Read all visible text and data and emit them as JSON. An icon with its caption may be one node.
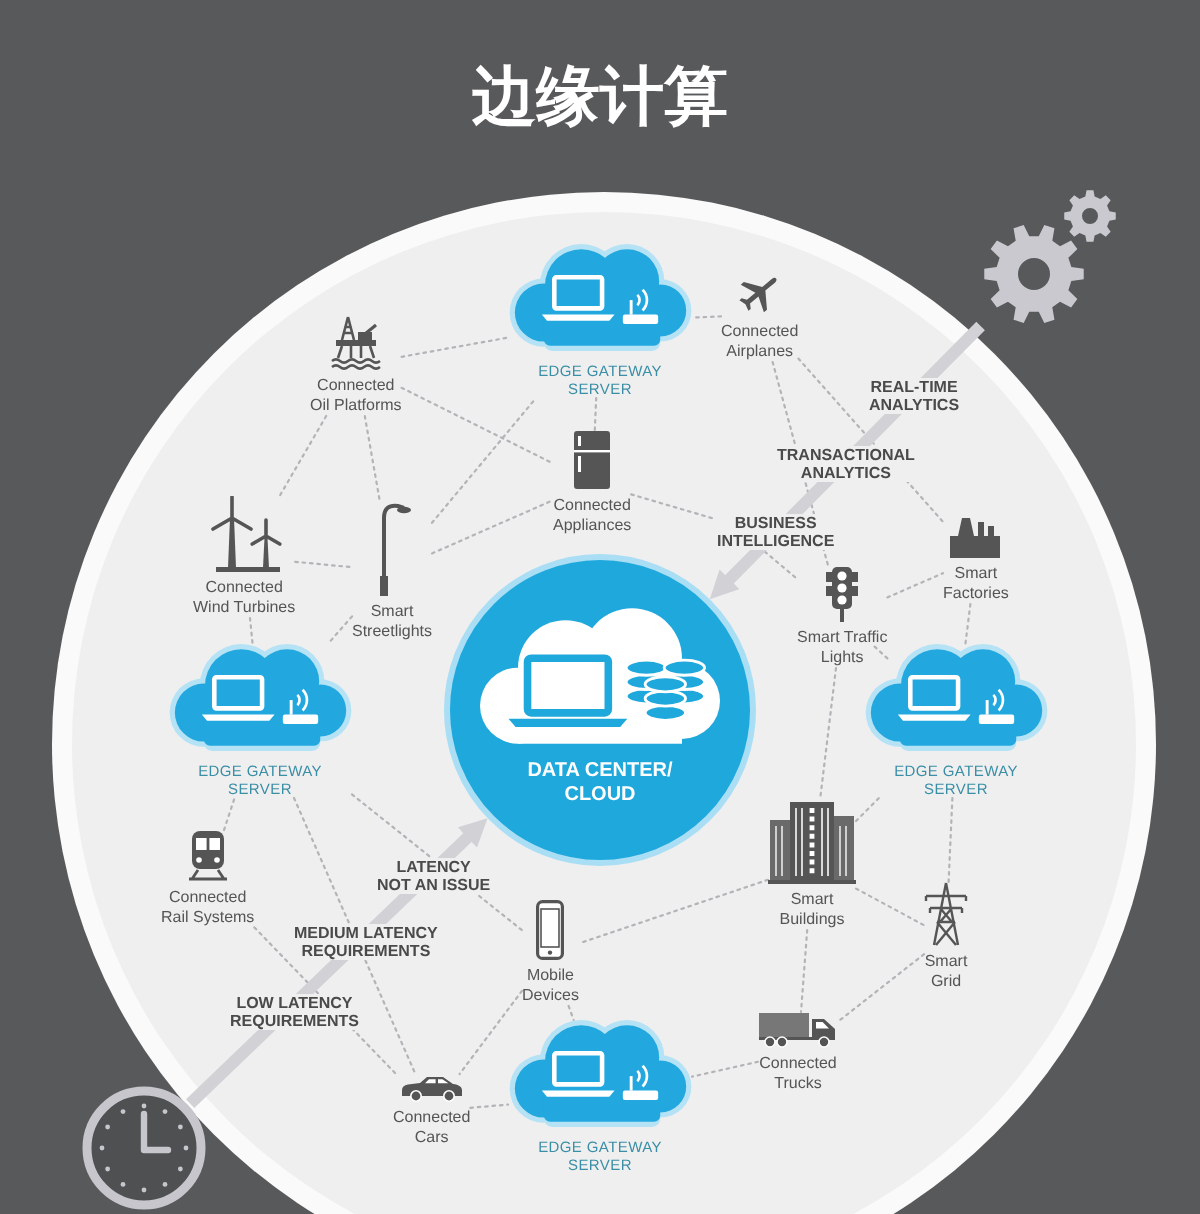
{
  "diagram": {
    "title": "边缘计算",
    "nodes": [
      {
        "text": [
          "EDGE GATEWAY SERVER"
        ]
      },
      {
        "text": [
          "Connected Airplanes"
        ]
      },
      {
        "text": [
          "Connected Oil Platforms"
        ]
      },
      {
        "text": [
          "Connected Appliances"
        ]
      },
      {
        "text": [],
        "shape": "picture"
      },
      {
        "text": [
          "Connected Wind Turbines"
        ]
      },
      {
        "text": [
          "Smart Streetlights"
        ]
      },
      {
        "text": [
          "Smart Factories"
        ]
      },
      {
        "text": [
          "Smart Traffic Lights"
        ]
      },
      {
        "text": [
          "DATA CENTER/ CLOUD"
        ]
      },
      {
        "text": [
          "EDGE GATEWAY SERVER"
        ]
      },
      {
        "text": [
          "EDGE GATEWAY SERVER"
        ]
      },
      {
        "text": [
          "Connected Rail Systems"
        ]
      },
      {
        "text": [
          "Smart Buildings"
        ]
      },
      {
        "text": [
          "Mobile Devices"
        ]
      },
      {
        "text": [
          "Smart Grid"
        ]
      },
      {
        "text": [
          "Connected Trucks"
        ]
      },
      {
        "text": [
          "Connected Cars"
        ]
      },
      {
        "text": [
          "EDGE GATEWAY SERVER"
        ]
      },
      {
        "text": [],
        "shape": "picture"
      }
    ],
    "edges": [
      {
        "from": 2,
        "to": 0,
        "arrow": "none",
        "style": "dashed"
      },
      {
        "from": 1,
        "to": 0,
        "arrow": "none",
        "style": "dashed"
      },
      {
        "from": 3,
        "to": 0,
        "arrow": "none",
        "style": "dashed"
      },
      {
        "from": 2,
        "to": 5,
        "arrow": "none",
        "style": "dashed"
      },
      {
        "from": 2,
        "to": 6,
        "arrow": "none",
        "style": "dashed"
      },
      {
        "from": 2,
        "to": 3,
        "arrow": "none",
        "style": "dashed"
      },
      {
        "from": 5,
        "to": 6,
        "arrow": "none",
        "style": "dashed"
      },
      {
        "from": 5,
        "to": 10,
        "arrow": "none",
        "style": "dashed"
      },
      {
        "from": 6,
        "to": 10,
        "arrow": "none",
        "style": "dashed"
      },
      {
        "from": 6,
        "to": 3,
        "arrow": "none",
        "style": "dashed"
      },
      {
        "from": 6,
        "to": 0,
        "arrow": "none",
        "style": "dashed"
      },
      {
        "from": 1,
        "to": 8,
        "arrow": "none",
        "style": "dashed"
      },
      {
        "from": 1,
        "to": 7,
        "arrow": "none",
        "style": "dashed"
      },
      {
        "from": 3,
        "to": 8,
        "arrow": "none",
        "style": "dashed"
      },
      {
        "from": 8,
        "to": 7,
        "arrow": "none",
        "style": "dashed"
      },
      {
        "from": 7,
        "to": 11,
        "arrow": "none",
        "style": "dashed"
      },
      {
        "from": 8,
        "to": 11,
        "arrow": "none",
        "style": "dashed"
      },
      {
        "from": 8,
        "to": 13,
        "arrow": "none",
        "style": "dashed"
      },
      {
        "from": 13,
        "to": 11,
        "arrow": "none",
        "style": "dashed"
      },
      {
        "from": 13,
        "to": 15,
        "arrow": "none",
        "style": "dashed"
      },
      {
        "from": 15,
        "to": 11,
        "arrow": "none",
        "style": "dashed"
      },
      {
        "from": 13,
        "to": 16,
        "arrow": "none",
        "style": "dashed"
      },
      {
        "from": 15,
        "to": 16,
        "arrow": "none",
        "style": "dashed"
      },
      {
        "from": 16,
        "to": 18,
        "arrow": "none",
        "style": "dashed"
      },
      {
        "from": 13,
        "to": 14,
        "arrow": "none",
        "style": "dashed"
      },
      {
        "from": 14,
        "to": 18,
        "arrow": "none",
        "style": "dashed"
      },
      {
        "from": 14,
        "to": 17,
        "arrow": "none",
        "style": "dashed"
      },
      {
        "from": 17,
        "to": 18,
        "arrow": "none",
        "style": "dashed"
      },
      {
        "from": 12,
        "to": 10,
        "arrow": "none",
        "style": "dashed"
      },
      {
        "from": 12,
        "to": 17,
        "arrow": "none",
        "style": "dashed"
      },
      {
        "from": 10,
        "to": 17,
        "arrow": "none",
        "style": "dashed"
      },
      {
        "from": 10,
        "to": 14,
        "arrow": "none",
        "style": "dashed"
      },
      {
        "from": 4,
        "to": 9,
        "arrow": "to",
        "style": "thick",
        "color": "#d2d2d6"
      },
      {
        "from": 19,
        "to": 9,
        "arrow": "to",
        "style": "thick",
        "color": "#d2d2d6"
      }
    ],
    "labels": [
      "REAL-TIME ANALYTICS",
      "TRANSACTIONAL ANALYTICS",
      "BUSINESS INTELLIGENCE",
      "LATENCY NOT AN ISSUE",
      "MEDIUM LATENCY REQUIREMENTS",
      "LOW LATENCY REQUIREMENTS"
    ]
  }
}
